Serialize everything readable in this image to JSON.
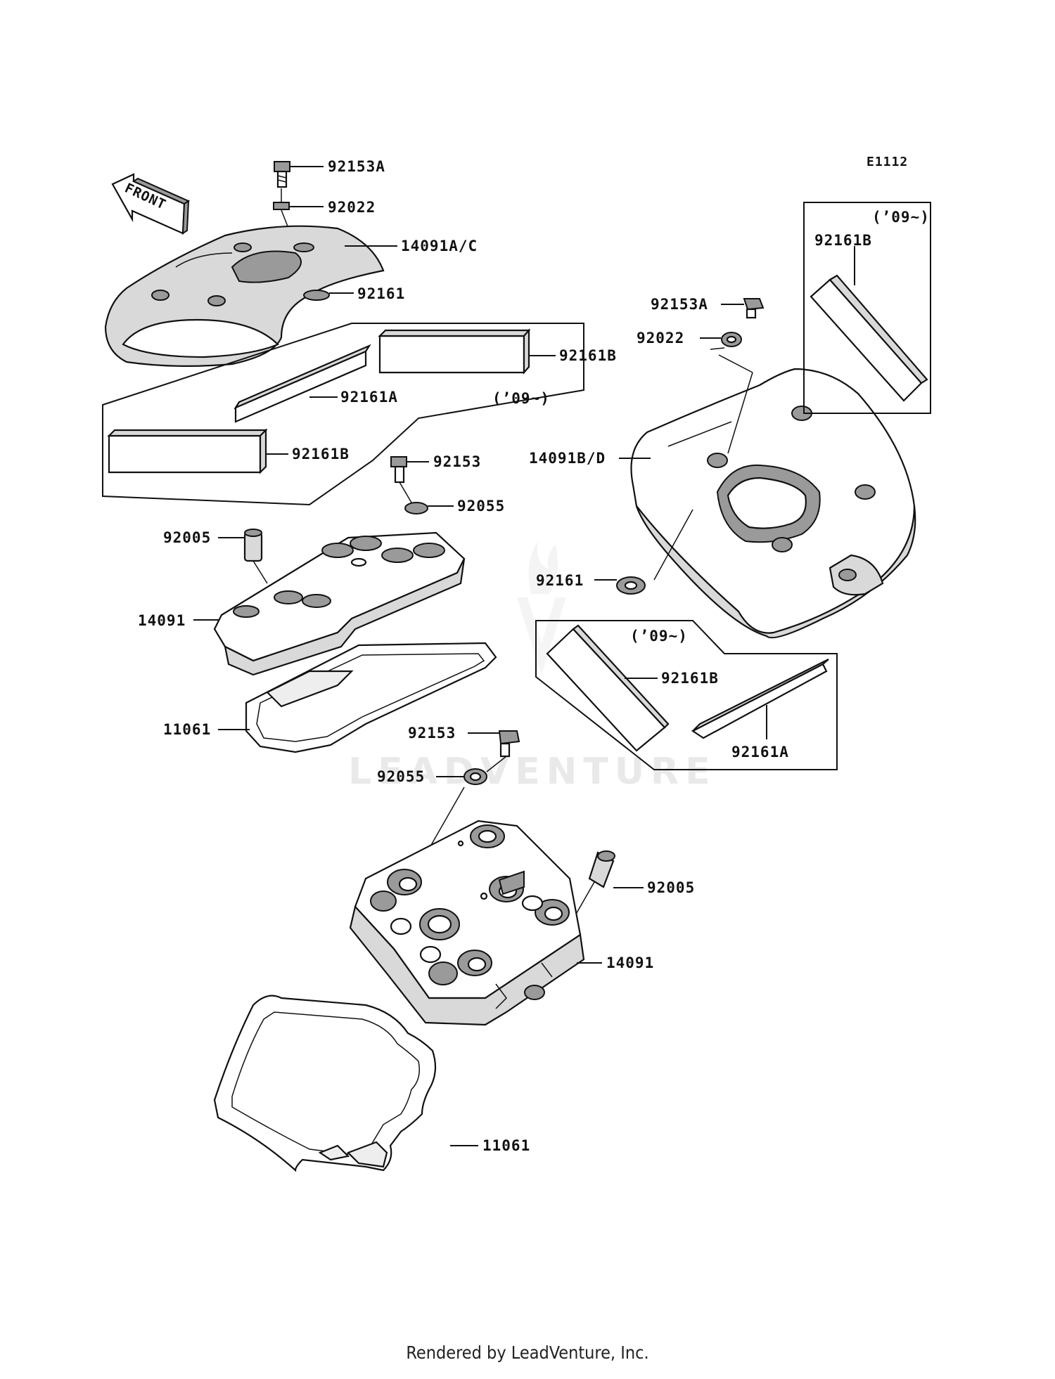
{
  "diagram": {
    "code": "E1112",
    "front_label": "FRONT",
    "watermark": "LEADVENTURE",
    "footer": "Rendered by LeadVenture, Inc.",
    "callouts": {
      "top_bolt": "92153A",
      "top_washer": "92022",
      "top_cover": "14091A/C",
      "top_grommet": "92161",
      "top_strip_b_right": "92161B",
      "top_strip_a": "92161A",
      "top_strip_b_left": "92161B",
      "top_year_note": "(’09~)",
      "mid_bolt": "92153",
      "mid_washer": "92055",
      "left_dowel": "92005",
      "left_head_cover": "14091",
      "left_gasket": "11061",
      "right_bolt": "92153A",
      "right_washer": "92022",
      "right_cover": "14091B/D",
      "right_grommet": "92161",
      "right_box_year_note": "(’09~)",
      "right_box_strip": "92161B",
      "lower_box_year_note": "(’09~)",
      "lower_box_strip_b": "92161B",
      "lower_box_strip_a": "92161A",
      "bottom_bolt": "92153",
      "bottom_washer": "92055",
      "bottom_dowel": "92005",
      "bottom_head_cover": "14091",
      "bottom_gasket": "11061"
    }
  }
}
